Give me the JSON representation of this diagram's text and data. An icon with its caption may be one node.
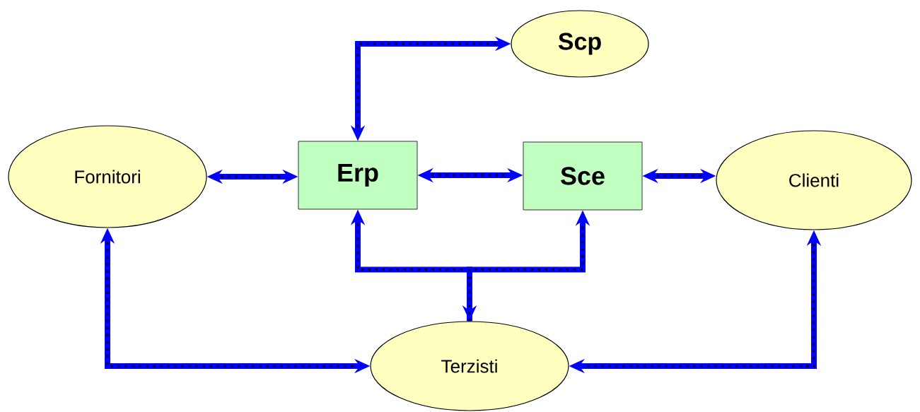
{
  "diagram": {
    "nodes": [
      {
        "text": [
          "Scp"
        ]
      },
      {
        "text": [
          "Fornitori"
        ]
      },
      {
        "text": [
          "Erp"
        ]
      },
      {
        "text": [
          "Sce"
        ]
      },
      {
        "text": [
          "Clienti"
        ]
      },
      {
        "text": [
          "Terzisti"
        ]
      }
    ],
    "edges": [
      {
        "from": 2,
        "to": 0,
        "arrow": "both"
      },
      {
        "from": 1,
        "to": 2,
        "arrow": "both"
      },
      {
        "from": 2,
        "to": 3,
        "arrow": "both"
      },
      {
        "from": 3,
        "to": 4,
        "arrow": "both"
      },
      {
        "from": 2,
        "to": 5,
        "arrow": "both"
      },
      {
        "from": 5,
        "to": 3,
        "arrow": "to"
      },
      {
        "from": 1,
        "to": 5,
        "arrow": "both"
      },
      {
        "from": 4,
        "to": 5,
        "arrow": "both"
      }
    ]
  }
}
